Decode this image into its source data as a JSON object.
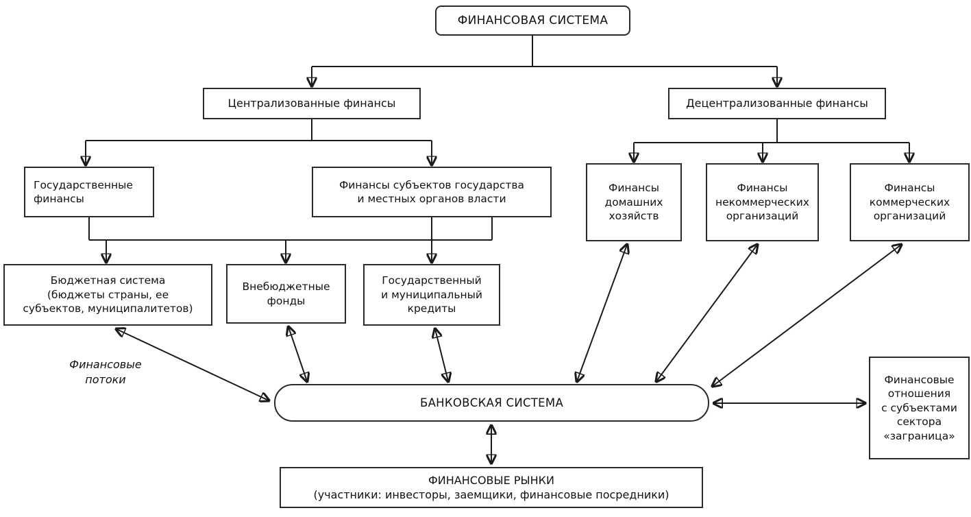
{
  "diagram": {
    "title": "ФИНАНСОВАЯ СИСТЕМА",
    "nodes": {
      "financial_system": "ФИНАНСОВАЯ СИСТЕМА",
      "centralized": "Централизованные финансы",
      "decentralized": "Децентрализованные финансы",
      "state_finances": "Государственные\nфинансы",
      "subject_finances": "Финансы субъектов государства\nи местных органов власти",
      "household_finances": "Финансы\nдомашних\nхозяйств",
      "noncommercial_finances": "Финансы\nнекоммерческих\nорганизаций",
      "commercial_finances": "Финансы\nкоммерческих\nорганизаций",
      "budget_system": "Бюджетная система\n(бюджеты страны, ее\nсубъектов, муниципалитетов)",
      "extrabudgetary_funds": "Внебюджетные\nфонды",
      "state_credits": "Государственный\nи муниципальный\nкредиты",
      "banking_system": "БАНКОВСКАЯ СИСТЕМА",
      "foreign_relations": "Финансовые\nотношения\nс субъектами\nсектора\n«заграница»",
      "financial_markets": "ФИНАНСОВЫЕ РЫНКИ\n(участники: инвесторы, заемщики, финансовые посредники)"
    },
    "labels": {
      "financial_flows": "Финансовые\nпотоки"
    },
    "colors": {
      "line": "#1a1a1a",
      "box_border": "#2a2a2a",
      "background": "#ffffff",
      "text": "#111111"
    }
  }
}
